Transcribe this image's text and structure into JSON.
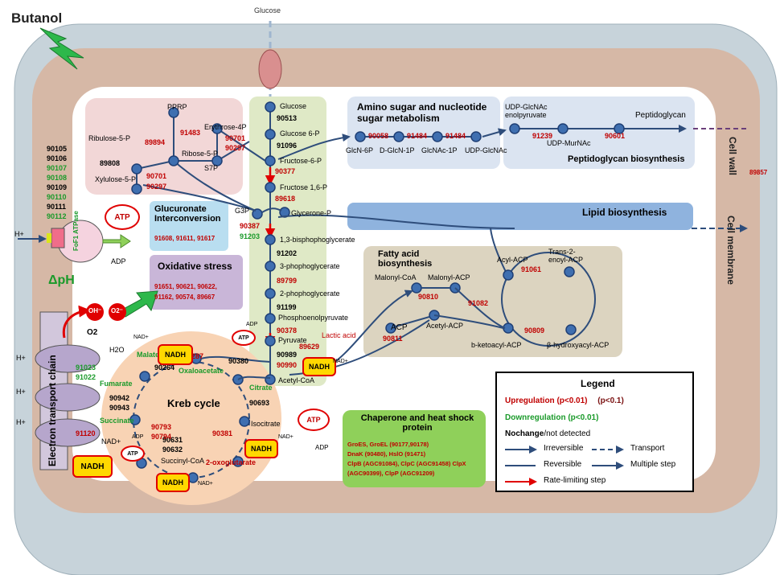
{
  "stress": "Butanol",
  "glucose": "Glucose",
  "cell_wall": "Cell wall",
  "cell_membrane": "Cell membrane",
  "glycolysis": {
    "metabolites": [
      "Glucose",
      "Glucose 6-P",
      "Fructose-6-P",
      "Fructose 1,6-P",
      "1,3-bisphophoglycerate",
      "3-phophoglycerate",
      "2-phophoglycerate",
      "Phosphoenolpyruvate",
      "Pyruvate",
      "Acetyl-CoA"
    ],
    "g3p": "G3P",
    "glycerone": "Glycerone-P",
    "ids": {
      "g1": "90513",
      "g2": "91096",
      "g3": "90377",
      "g4": "89618",
      "g5a": "90387",
      "g5b": "91203",
      "g6": "91202",
      "g7": "89799",
      "g8": "91199",
      "g9": "90378",
      "g10a": "90989",
      "g10b": "90990",
      "lac": "89629"
    },
    "lactic": "Lactic acid"
  },
  "ppp": {
    "prpp": "PPRP",
    "ribulose": "Ribulose-5-P",
    "ribose": "Ribose-5-P",
    "erythrose": "Erythrose-4P",
    "s7p": "S7P",
    "xylulose": "Xylulose-5-P",
    "ids": {
      "a": "91483",
      "b": "89894",
      "c": "89808",
      "d": "90701",
      "e": "90297",
      "f": "90701",
      "g": "90297"
    }
  },
  "amino": {
    "title": "Amino sugar and nucleotide sugar metabolism",
    "labels": [
      "GlcN-6P",
      "D-GlcN-1P",
      "GlcNAc-1P",
      "UDP-GlcNAc"
    ],
    "ids": [
      "90058",
      "91484",
      "91484"
    ]
  },
  "peptidoglycan": {
    "title": "Peptidoglycan biosynthesis",
    "udp_enol": "UDP-GlcNAc enolpyruvate",
    "udp_mur": "UDP-MurNAc",
    "product": "Peptidoglycan",
    "ids": [
      "91239",
      "90601"
    ],
    "wall_id": "89857"
  },
  "glucuronate": {
    "title": "Glucuronate Interconversion",
    "ids": "91608, 91611, 91617"
  },
  "oxidative": {
    "title": "Oxidative stress",
    "ids1": "91651, 90621, 90622,",
    "ids2": "91162, 90574, 89667"
  },
  "lipid": {
    "title": "Lipid biosynthesis"
  },
  "fatty": {
    "title": "Fatty acid biosynthesis",
    "malonyl_coa": "Malonyl-CoA",
    "malonyl_acp": "Malonyl-ACP",
    "acp": "ACP",
    "acetyl_acp": "Acetyl-ACP",
    "acyl_acp": "Acyl-ACP",
    "trans": "Trans-2-enoyl-ACP",
    "bketo": "b-ketoacyl-ACP",
    "bhydroxy": "β-hydroxyacyl-ACP",
    "ids": {
      "a": "90810",
      "b": "91082",
      "c": "90811",
      "d": "91061",
      "e": "90809"
    }
  },
  "atpase": {
    "ids": [
      "90105",
      "90106",
      "90107",
      "90108",
      "90109",
      "90110",
      "90111",
      "90112"
    ],
    "id_colors": [
      "#000000",
      "#000000",
      "#1a9a2a",
      "#1a9a2a",
      "#000000",
      "#1a9a2a",
      "#000000",
      "#1a9a2a"
    ],
    "label": "FoF1 ATPase",
    "h": "H+",
    "adp": "ADP",
    "atp": "ATP",
    "dph": "ΔpH"
  },
  "etc": {
    "title": "Electron transport chain",
    "ids_a": "91023",
    "ids_b": "91022",
    "id_c": "91120",
    "o2": "O2",
    "h2o": "H2O",
    "h": "H+",
    "nad": "NAD+",
    "nadh": "NADH",
    "oh": "OH⁻",
    "o2m": "O2⁻"
  },
  "krebs": {
    "title": "Kreb cycle",
    "oxaloacetate": "Oxaloacetate",
    "citrate": "Citrate",
    "isocitrate": "Isocitrate",
    "oxoglutarate": "2-oxoglutarate",
    "succinyl": "Succinyl-CoA",
    "succinate": "Succinate",
    "fumarate": "Fumarate",
    "malate": "Malate",
    "ids": {
      "a": "91287",
      "b": "90264",
      "c": "90380",
      "d": "90693",
      "e": "90381",
      "f": "90631",
      "g": "90632",
      "h": "90793",
      "i": "90794",
      "j": "90942",
      "k": "90943"
    }
  },
  "chaperone": {
    "title": "Chaperone and heat shock protein",
    "lines": [
      "GroES, GroEL (90177,90178)",
      "DnaK (90480), HslO (91471)",
      "ClpB (AGC91084), ClpC (AGC91458) ClpX",
      "(AGC90399), ClpP (AGC91209)"
    ]
  },
  "legend": {
    "title": "Legend",
    "up": "Upregulation (p<0.01)",
    "up2": "(p<0.1)",
    "down": "Downregulation (p<0.01)",
    "nochange": "Nochange",
    "notdetected": "/not detected",
    "irrev": "Irreversible",
    "transport": "Transport",
    "rev": "Reversible",
    "multi": "Multiple step",
    "rate": "Rate-limiting step"
  },
  "cofactors": {
    "atp": "ATP",
    "adp": "ADP",
    "nad": "NAD+",
    "nadh": "NADH"
  },
  "colors": {
    "red": "#c00000",
    "green": "#1a9a2a",
    "node": "#3f6fb0",
    "path": "#2e4d7b"
  }
}
